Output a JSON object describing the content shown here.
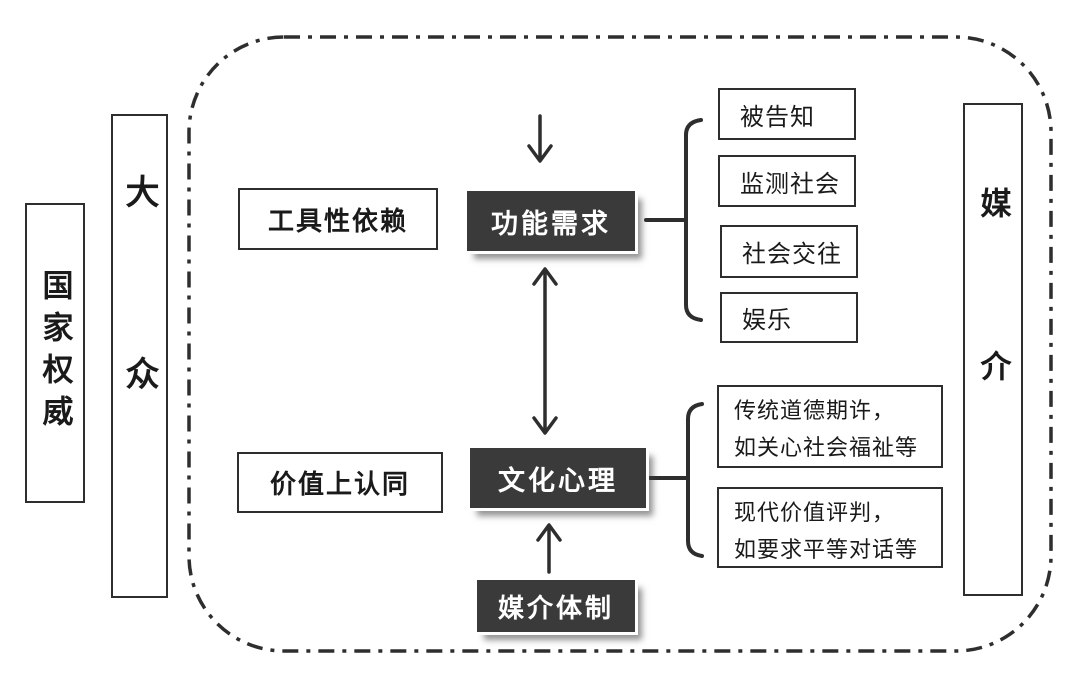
{
  "diagram": {
    "title_hint": "media-dependency-diagram",
    "left_column": {
      "national_authority": "国家权威",
      "masses": "大众"
    },
    "right_column": {
      "media": "媒介"
    },
    "top_flow": {
      "instrumental_dependence": "工具性依赖",
      "functional_needs": "功能需求",
      "functional_items": [
        "被告知",
        "监测社会",
        "社会交往",
        "娱乐"
      ]
    },
    "bottom_flow": {
      "value_identification": "价值上认同",
      "cultural_psychology": "文化心理",
      "cultural_items": [
        "传统道德期许，\n如关心社会福祉等",
        "现代价值评判，\n如要求平等对话等"
      ],
      "media_system": "媒介体制"
    },
    "colors": {
      "dark_box_bg": "#3a3a3a",
      "line": "#2e2e2e",
      "background": "#ffffff",
      "text_on_dark": "#ffffff"
    }
  }
}
